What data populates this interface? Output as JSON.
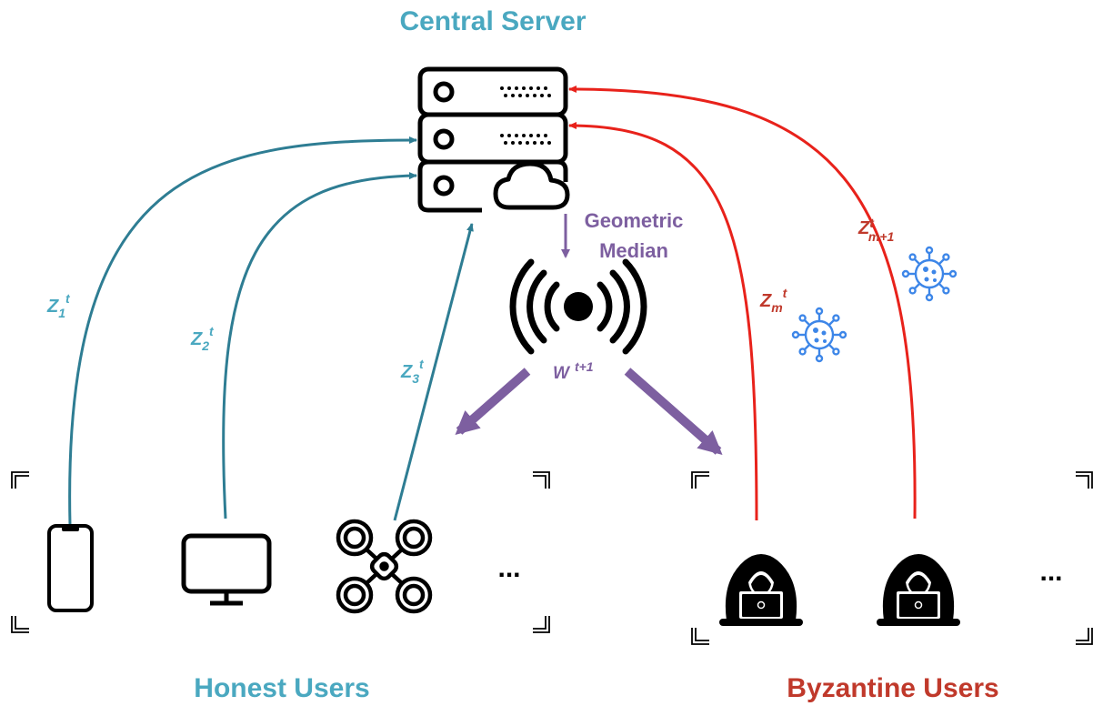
{
  "title": "Central Server",
  "aggregation_label_line1": "Geometric",
  "aggregation_label_line2": "Median",
  "broadcast": {
    "symbol": "W",
    "superscript": "t+1"
  },
  "honest": {
    "group_label": "Honest Users",
    "ellipsis": "...",
    "updates": [
      {
        "base": "Z",
        "sub": "1",
        "sup": "t"
      },
      {
        "base": "Z",
        "sub": "2",
        "sup": "t"
      },
      {
        "base": "Z",
        "sub": "3",
        "sup": "t"
      }
    ],
    "devices": [
      "phone-icon",
      "monitor-icon",
      "drone-icon"
    ]
  },
  "byzantine": {
    "group_label": "Byzantine Users",
    "ellipsis": "...",
    "updates": [
      {
        "base": "Z",
        "sub": "m",
        "sup": "t"
      },
      {
        "base": "Z",
        "sub": "m+1",
        "sup": "t"
      }
    ],
    "devices": [
      "hacker-icon",
      "hacker-icon"
    ]
  },
  "colors": {
    "honest": "#2e7d93",
    "honest_text": "#4aa8c0",
    "byzantine": "#e8221b",
    "byzantine_text": "#c0392b",
    "aggregate": "#7d5fa0",
    "virus": "#3d86e8"
  }
}
